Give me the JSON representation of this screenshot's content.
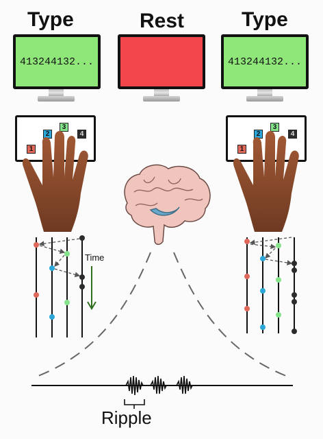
{
  "labels": {
    "left_title": "Type",
    "center_title": "Rest",
    "right_title": "Type",
    "time": "Time",
    "ripple": "Ripple"
  },
  "screens": {
    "left_text": "413244132...",
    "right_text": "413244132..."
  },
  "keys": {
    "k1": "1",
    "k2": "2",
    "k3": "3",
    "k4": "4"
  },
  "colors": {
    "typing_screen": "#8fe77a",
    "rest_screen": "#f2454c",
    "key1": "#e0685a",
    "key2": "#2ba6d8",
    "key3": "#84e38a",
    "key4": "#2c2c2c",
    "skin": "#8b4a2b",
    "time_arrow": "#2f6e1e",
    "hippocampus": "#6aa8c9",
    "brain": "#f0c5bd"
  },
  "icons": {
    "hand": "hand-icon",
    "brain": "brain-icon",
    "monitor": "monitor-icon"
  }
}
